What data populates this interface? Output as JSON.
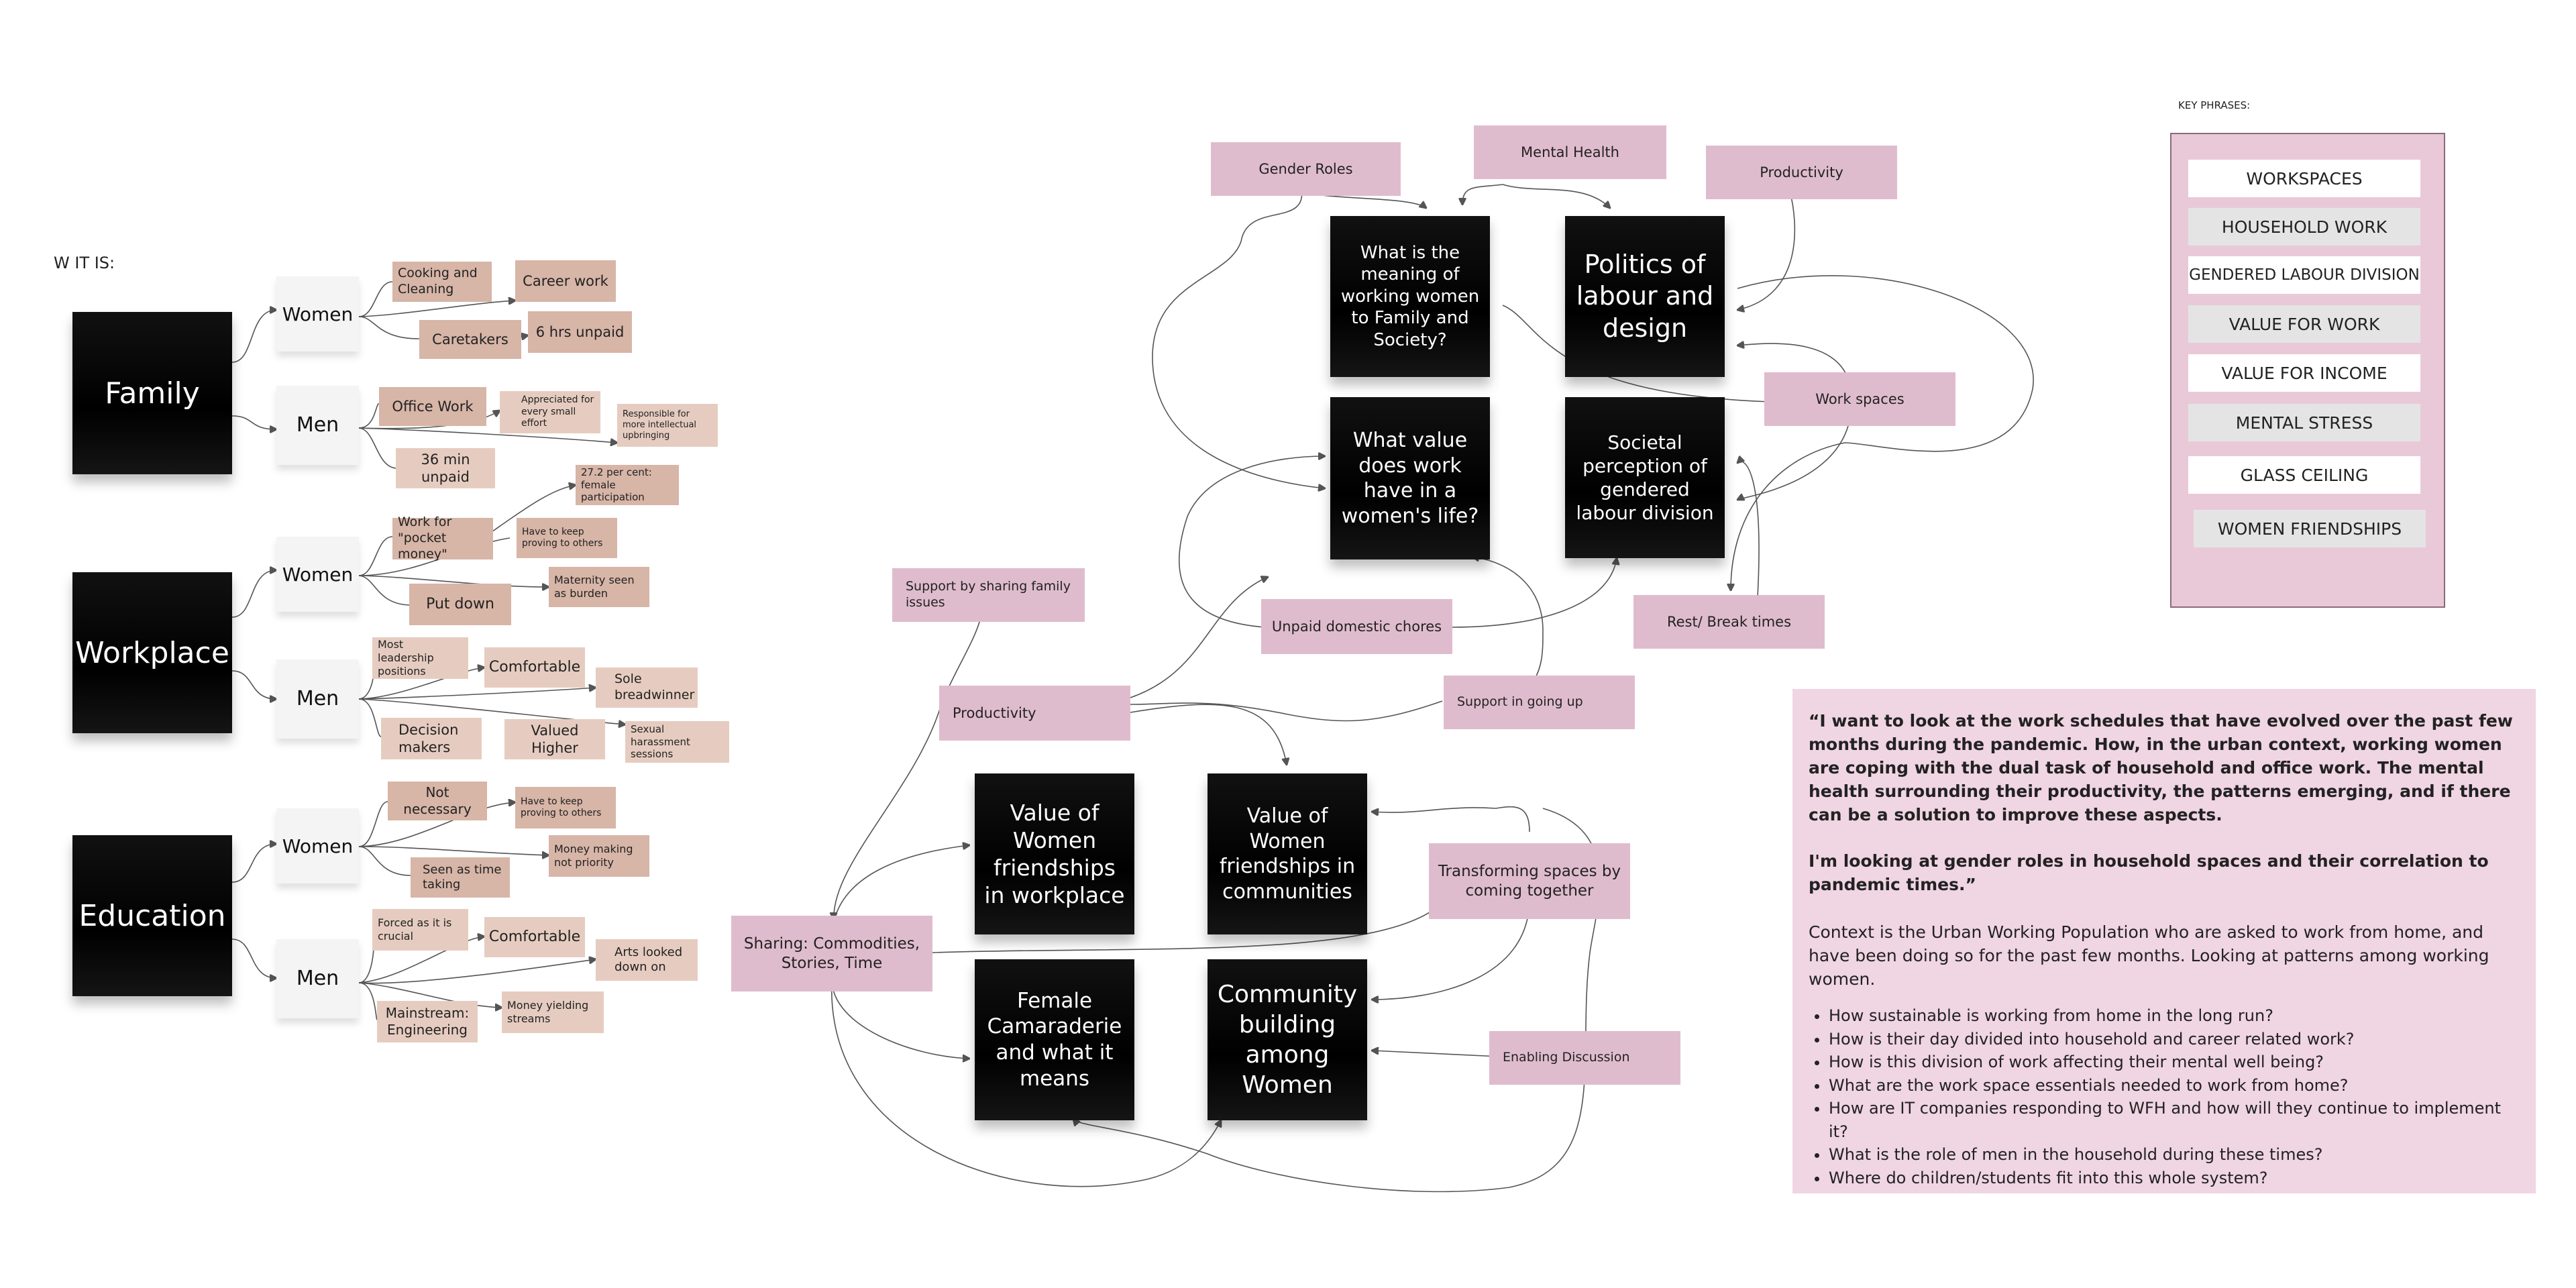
{
  "how_heading": "W IT IS:",
  "key_phrases": {
    "title": "KEY PHRASES:",
    "items": [
      "WORKSPACES",
      "HOUSEHOLD WORK",
      "GENDERED LABOUR DIVISION",
      "VALUE FOR WORK",
      "VALUE FOR INCOME",
      "MENTAL STRESS",
      "GLASS CEILING",
      "WOMEN FRIENDSHIPS"
    ]
  },
  "left_tree": {
    "family": {
      "label": "Family",
      "women": "Women",
      "men": "Men",
      "women_items": [
        "Cooking and Cleaning",
        "Career work",
        "Caretakers",
        "6 hrs unpaid"
      ],
      "men_items": [
        "Office Work",
        "Appreciated for every small effort",
        "Responsible for more intellectual upbringing",
        "36 min unpaid"
      ]
    },
    "workplace": {
      "label": "Workplace",
      "women": "Women",
      "men": "Men",
      "women_items": [
        "27.2 per cent: female participation",
        "Work for \"pocket money\"",
        "Have to keep proving to others",
        "Maternity seen as burden",
        "Put down"
      ],
      "men_items": [
        "Most leadership positions",
        "Comfortable",
        "Sole breadwinner",
        "Decision makers",
        "Valued Higher",
        "Sexual harassment sessions"
      ]
    },
    "education": {
      "label": "Education",
      "women": "Women",
      "men": "Men",
      "women_items": [
        "Not necessary",
        "Have to keep proving to others",
        "Money making not priority",
        "Seen as time taking"
      ],
      "men_items": [
        "Forced as it is crucial",
        "Comfortable",
        "Arts looked down on",
        "Mainstream: Engineering",
        "Money yielding streams"
      ]
    }
  },
  "center_map": {
    "black_nodes": [
      "What is the meaning of working women to Family and Society?",
      "Politics of labour and design",
      "What value does work have in a women's life?",
      "Societal perception of gendered labour division",
      "Value of Women friendships in workplace",
      "Value of Women friendships in communities",
      "Female Camaraderie and what it means",
      "Community building among Women"
    ],
    "pink_nodes": [
      "Gender Roles",
      "Mental Health",
      "Productivity",
      "Work spaces",
      "Unpaid domestic chores",
      "Rest/ Break times",
      "Support by sharing family issues",
      "Productivity",
      "Support in going up",
      "Transforming spaces by coming together",
      "Sharing: Commodities, Stories, Time",
      "Enabling Discussion"
    ]
  },
  "research": {
    "quote1": "“I want to look at the work schedules that have evolved over the past few months during the pandemic. How, in the urban context, working women are coping with the dual task of household and office work. The mental health surrounding their productivity, the patterns emerging, and if there can be a solution to improve these aspects.",
    "quote2": "I'm looking at gender roles in household spaces and their correlation to pandemic times.”",
    "context": "Context is the Urban Working Population who are asked to work from home, and have been doing so for the past few months. Looking at patterns among working women.",
    "questions": [
      "How sustainable is working from home in the long run?",
      "How is their day divided into household and career related work?",
      "How is this division of work affecting their mental well being?",
      "What are the work space essentials needed to work from home?",
      "How are IT companies responding to WFH and how will they continue to implement it?",
      "What is the role of men in the household during these times?",
      "Where do children/students fit into this whole system?"
    ]
  }
}
